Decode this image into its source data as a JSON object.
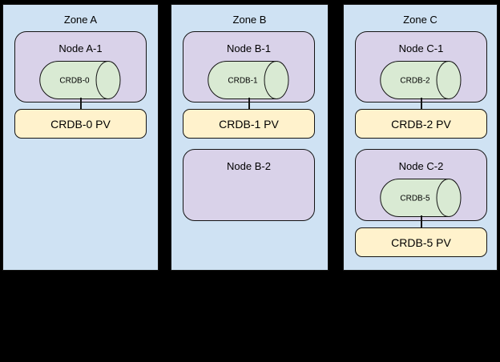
{
  "diagram": {
    "description": "Kubernetes-style zone topology with CockroachDB nodes and persistent volumes",
    "colors": {
      "canvas_bg": "#000000",
      "zone_bg": "#cfe2f3",
      "node_bg": "#d9d2e9",
      "db_cylinder_bg": "#d9ead3",
      "pv_bg": "#fff2cc",
      "border": "#141414",
      "text": "#000000"
    }
  },
  "zones": [
    {
      "label": "Zone A",
      "nodes": [
        {
          "label": "Node A-1",
          "db_label": "CRDB-0",
          "pv_label": "CRDB-0 PV"
        }
      ]
    },
    {
      "label": "Zone B",
      "nodes": [
        {
          "label": "Node B-1",
          "db_label": "CRDB-1",
          "pv_label": "CRDB-1 PV"
        },
        {
          "label": "Node B-2"
        }
      ]
    },
    {
      "label": "Zone C",
      "nodes": [
        {
          "label": "Node C-1",
          "db_label": "CRDB-2",
          "pv_label": "CRDB-2 PV"
        },
        {
          "label": "Node C-2",
          "db_label": "CRDB-5",
          "pv_label": "CRDB-5 PV"
        }
      ]
    }
  ]
}
